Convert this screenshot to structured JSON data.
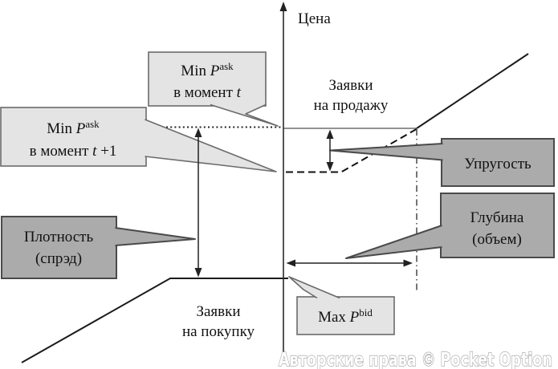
{
  "palette": {
    "background": "#ffffff",
    "line": "#1c1c1c",
    "text": "#111111",
    "light_box_fill": "#e4e4e4",
    "light_box_border": "#6b6b6b",
    "dark_box_fill": "#ababab",
    "dark_box_border": "#4a4a4a",
    "watermark_outline": "#9d9d9d"
  },
  "axis": {
    "label": "Цена"
  },
  "labels": {
    "sell_line1": "Заявки",
    "sell_line2": "на продажу",
    "buy_line1": "Заявки",
    "buy_line2": "на покупку"
  },
  "callouts": {
    "min_ask_t": {
      "prefix": "Min ",
      "symbol": "P",
      "superscript": "ask",
      "line2": "в момент ",
      "time_var": "t"
    },
    "min_ask_t1": {
      "prefix": "Min ",
      "symbol": "P",
      "superscript": "ask",
      "line2": "в момент ",
      "time_var": "t",
      "time_suffix": " +1"
    },
    "resiliency": {
      "label": "Упругость"
    },
    "depth": {
      "line1": "Глубина",
      "line2": "(объем)"
    },
    "density": {
      "line1": "Плотность",
      "line2": "(спрэд)"
    },
    "max_bid": {
      "prefix": "Max ",
      "symbol": "P",
      "superscript": "bid"
    }
  },
  "watermark": "Авторские права © Pocket Option"
}
